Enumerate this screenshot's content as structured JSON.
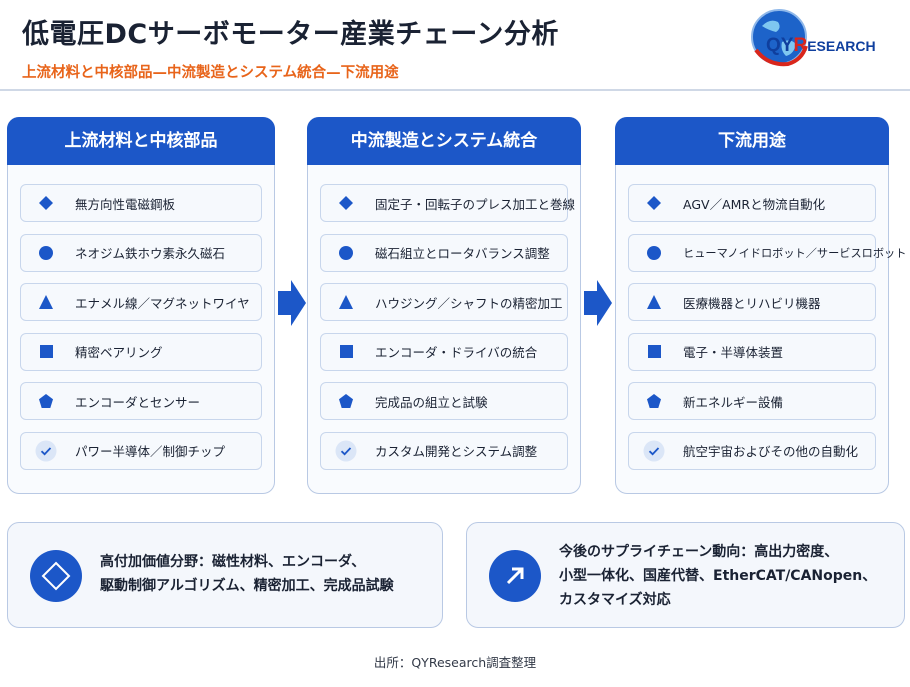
{
  "header": {
    "title": "低電圧DCサーボモーター産業チェーン分析",
    "subtitle": "上流材料と中核部品—中流製造とシステム統合—下流用途"
  },
  "logo": {
    "qy": "QY",
    "r": "R",
    "rest": "ESEARCH"
  },
  "colors": {
    "primary": "#1c57c8",
    "accent": "#e8641a",
    "border": "#b9c9e4"
  },
  "columns": [
    {
      "title": "上流材料と中核部品",
      "items": [
        {
          "icon": "diamond-icon",
          "label": "無方向性電磁鋼板"
        },
        {
          "icon": "circle-icon",
          "label": "ネオジム鉄ホウ素永久磁石"
        },
        {
          "icon": "triangle-icon",
          "label": "エナメル線／マグネットワイヤ"
        },
        {
          "icon": "square-icon",
          "label": "精密ベアリング"
        },
        {
          "icon": "pentagon-icon",
          "label": "エンコーダとセンサー"
        },
        {
          "icon": "check-icon",
          "label": "パワー半導体／制御チップ"
        }
      ]
    },
    {
      "title": "中流製造とシステム統合",
      "items": [
        {
          "icon": "diamond-icon",
          "label": "固定子・回転子のプレス加工と巻線"
        },
        {
          "icon": "circle-icon",
          "label": "磁石組立とロータバランス調整"
        },
        {
          "icon": "triangle-icon",
          "label": "ハウジング／シャフトの精密加工"
        },
        {
          "icon": "square-icon",
          "label": "エンコーダ・ドライバの統合"
        },
        {
          "icon": "pentagon-icon",
          "label": "完成品の組立と試験"
        },
        {
          "icon": "check-icon",
          "label": "カスタム開発とシステム調整"
        }
      ]
    },
    {
      "title": "下流用途",
      "items": [
        {
          "icon": "diamond-icon",
          "label": "AGV／AMRと物流自動化"
        },
        {
          "icon": "circle-icon",
          "label": "ヒューマノイドロボット／サービスロボット"
        },
        {
          "icon": "triangle-icon",
          "label": "医療機器とリハビリ機器"
        },
        {
          "icon": "square-icon",
          "label": "電子・半導体装置"
        },
        {
          "icon": "pentagon-icon",
          "label": "新エネルギー設備"
        },
        {
          "icon": "check-icon",
          "label": "航空宇宙およびその他の自動化"
        }
      ]
    }
  ],
  "value_box": {
    "icon": "diamond-outline-icon",
    "lines": [
      "高付加価値分野：磁性材料、エンコーダ、",
      "駆動制御アルゴリズム、精密加工、完成品試験"
    ]
  },
  "trend_box": {
    "icon": "arrow-up-right-icon",
    "lines": [
      "今後のサプライチェーン動向：高出力密度、",
      "小型一体化、国産代替、EtherCAT/CANopen、",
      "カスタマイズ対応"
    ]
  },
  "source": "出所：QYResearch調査整理"
}
